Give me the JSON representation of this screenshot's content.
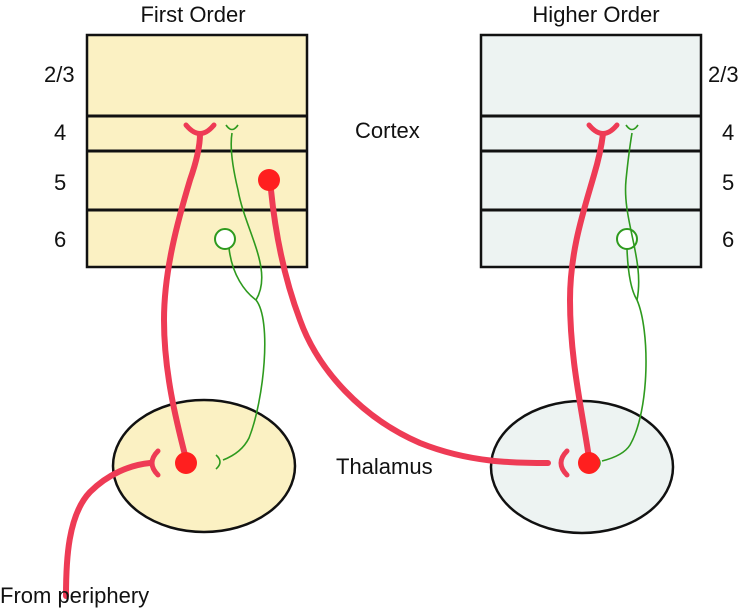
{
  "columns": {
    "first": {
      "title": "First Order",
      "fill": "#FBF1C3"
    },
    "higher": {
      "title": "Higher Order",
      "fill": "#EDF3F2"
    }
  },
  "layers": {
    "l23": "2/3",
    "l4": "4",
    "l5": "5",
    "l6": "6"
  },
  "regions": {
    "cortex": "Cortex",
    "thalamus": "Thalamus"
  },
  "input_label": "From periphery",
  "colors": {
    "driver": "#EE3B55",
    "driver_soma": "#FF1F1F",
    "modulator": "#2E9A1E",
    "outline": "#111111"
  }
}
